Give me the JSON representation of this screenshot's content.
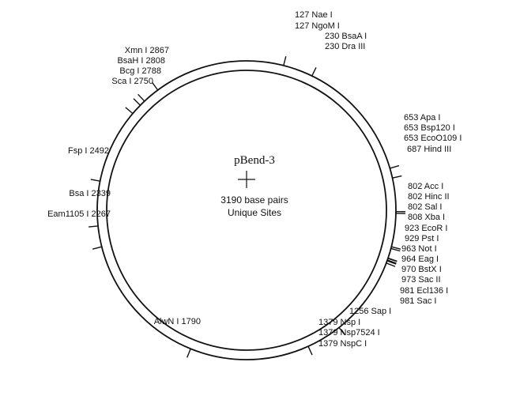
{
  "plasmid": {
    "name": "pBend-3",
    "size_label": "3190 base pairs",
    "sites_label": "Unique Sites",
    "total_bp": 3190
  },
  "sites": [
    {
      "pos": 127,
      "enzyme": "Nae I",
      "text": "127  Nae I"
    },
    {
      "pos": 127,
      "enzyme": "NgoM I",
      "text": "127  NgoM I"
    },
    {
      "pos": 230,
      "enzyme": "BsaA I",
      "text": "230  BsaA I"
    },
    {
      "pos": 230,
      "enzyme": "Dra III",
      "text": "230  Dra III"
    },
    {
      "pos": 653,
      "enzyme": "Apa I",
      "text": "653  Apa I"
    },
    {
      "pos": 653,
      "enzyme": "Bsp120 I",
      "text": "653  Bsp120 I"
    },
    {
      "pos": 653,
      "enzyme": "EcoO109 I",
      "text": "653  EcoO109 I"
    },
    {
      "pos": 687,
      "enzyme": "Hind III",
      "text": "687  Hind III"
    },
    {
      "pos": 802,
      "enzyme": "Acc I",
      "text": "802  Acc I"
    },
    {
      "pos": 802,
      "enzyme": "Hinc II",
      "text": "802  Hinc II"
    },
    {
      "pos": 802,
      "enzyme": "Sal I",
      "text": "802  Sal I"
    },
    {
      "pos": 808,
      "enzyme": "Xba I",
      "text": "808  Xba I"
    },
    {
      "pos": 923,
      "enzyme": "EcoR I",
      "text": "923  EcoR I"
    },
    {
      "pos": 929,
      "enzyme": "Pst I",
      "text": "929  Pst I"
    },
    {
      "pos": 963,
      "enzyme": "Not I",
      "text": "963  Not I"
    },
    {
      "pos": 964,
      "enzyme": "Eag I",
      "text": "964  Eag I"
    },
    {
      "pos": 970,
      "enzyme": "BstX I",
      "text": "970  BstX I"
    },
    {
      "pos": 973,
      "enzyme": "Sac II",
      "text": "973  Sac II"
    },
    {
      "pos": 981,
      "enzyme": "Ecl136 I",
      "text": "981  Ecl136 I"
    },
    {
      "pos": 981,
      "enzyme": "Sac I",
      "text": "981  Sac I"
    },
    {
      "pos": 1256,
      "enzyme": "Sap I",
      "text": "1256  Sap I"
    },
    {
      "pos": 1379,
      "enzyme": "Nsp I",
      "text": "1379  Nsp I"
    },
    {
      "pos": 1379,
      "enzyme": "Nsp7524 I",
      "text": "1379  Nsp7524 I"
    },
    {
      "pos": 1379,
      "enzyme": "NspC I",
      "text": "1379  NspC I"
    },
    {
      "pos": 1790,
      "enzyme": "AlwN I",
      "text": "AlwN I  1790"
    },
    {
      "pos": 2267,
      "enzyme": "Eam1105 I",
      "text": "Eam1105 I  2267"
    },
    {
      "pos": 2339,
      "enzyme": "Bsa I",
      "text": "Bsa I  2339"
    },
    {
      "pos": 2492,
      "enzyme": "Fsp I",
      "text": "Fsp I  2492"
    },
    {
      "pos": 2750,
      "enzyme": "Sca I",
      "text": "Sca I  2750"
    },
    {
      "pos": 2788,
      "enzyme": "Bcg I",
      "text": "Bcg I  2788"
    },
    {
      "pos": 2808,
      "enzyme": "BsaH I",
      "text": "BsaH I  2808"
    },
    {
      "pos": 2867,
      "enzyme": "Xmn I",
      "text": "Xmn I  2867"
    }
  ]
}
